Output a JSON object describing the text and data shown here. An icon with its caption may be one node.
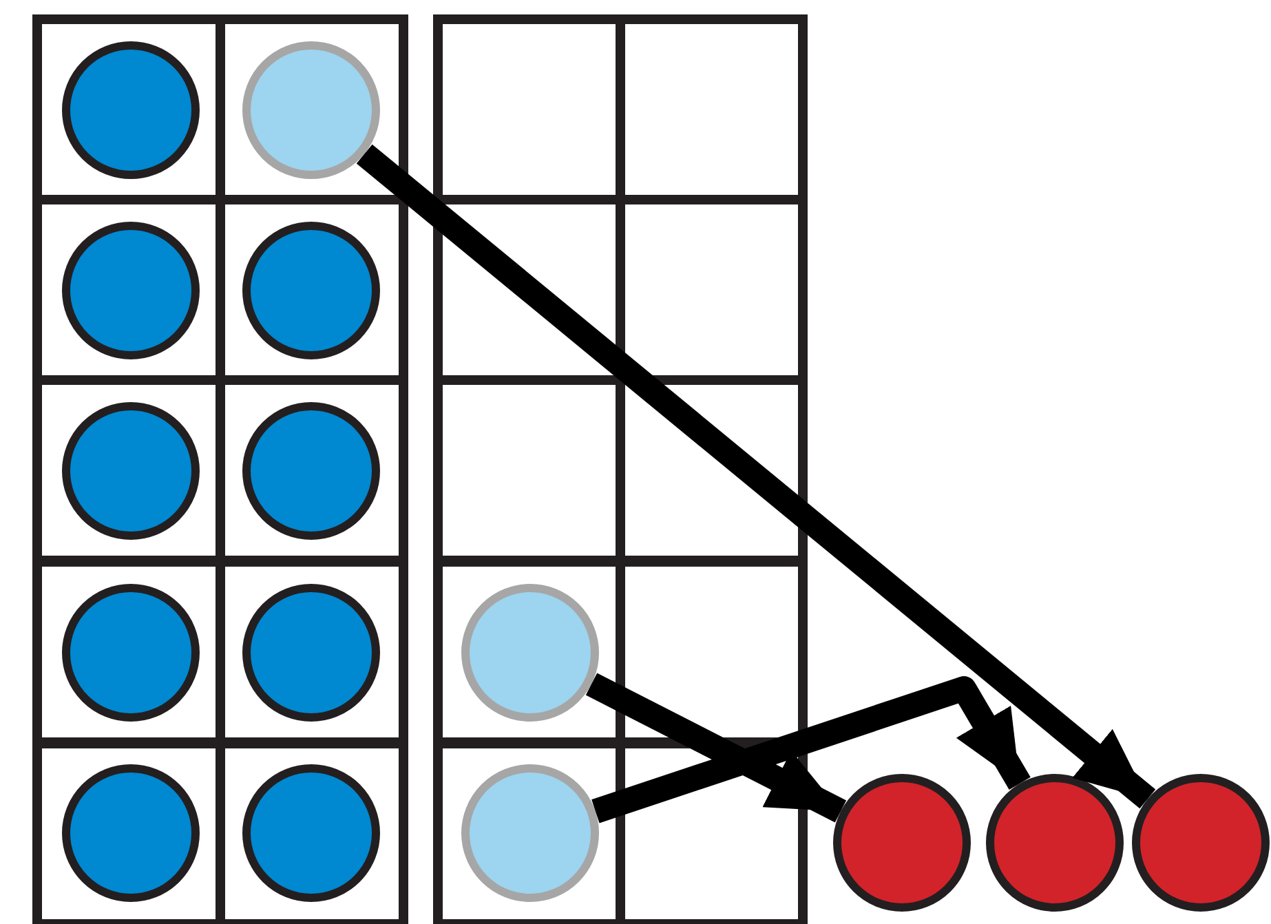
{
  "diagram": {
    "nodes": [
      {
        "text": [],
        "shape": "circle"
      },
      {
        "text": [],
        "shape": "circle"
      },
      {
        "text": [],
        "shape": "circle"
      },
      {
        "text": [],
        "shape": "circle"
      },
      {
        "text": [],
        "shape": "circle"
      },
      {
        "text": [],
        "shape": "circle"
      },
      {
        "text": [],
        "shape": "circle"
      },
      {
        "text": [],
        "shape": "circle"
      },
      {
        "text": [],
        "shape": "circle"
      },
      {
        "text": [],
        "shape": "circle"
      },
      {
        "text": [],
        "shape": "circle"
      },
      {
        "text": [],
        "shape": "circle"
      },
      {
        "text": [],
        "shape": "circle"
      },
      {
        "text": [],
        "shape": "circle"
      },
      {
        "text": [],
        "shape": "circle"
      }
    ],
    "edges": [
      {
        "from": 1,
        "to": 14,
        "arrow": "to"
      },
      {
        "from": 10,
        "to": 12,
        "arrow": "to"
      },
      {
        "from": 11,
        "to": 13,
        "arrow": "to"
      }
    ]
  }
}
